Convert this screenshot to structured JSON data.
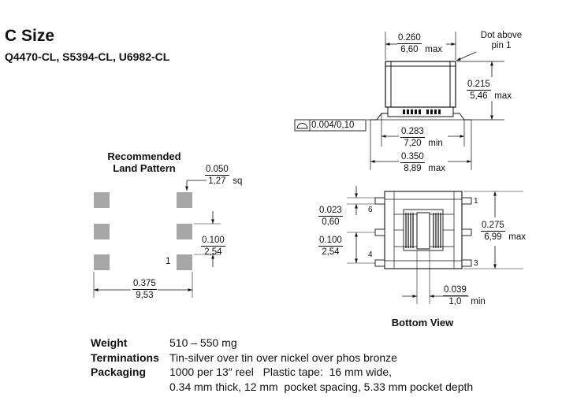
{
  "title": "C Size",
  "subtitle": "Q4470-CL, S5394-CL, U6982-CL",
  "side_view": {
    "width_max": {
      "inch": "0.260",
      "mm": "6,60",
      "suffix": "max"
    },
    "height_max": {
      "inch": "0.215",
      "mm": "5,46",
      "suffix": "max"
    },
    "dot_note_line1": "Dot above",
    "dot_note_line2": "pin 1",
    "flatness": "0.004/0,10",
    "lead_min": {
      "inch": "0.283",
      "mm": "7,20",
      "suffix": "min"
    },
    "lead_max": {
      "inch": "0.350",
      "mm": "8,89",
      "suffix": "max"
    }
  },
  "land_pattern": {
    "heading_line1": "Recommended",
    "heading_line2": "Land Pattern",
    "pad_size": {
      "inch": "0.050",
      "mm": "1,27",
      "suffix": "sq"
    },
    "pitch": {
      "inch": "0.100",
      "mm": "2,54"
    },
    "span": {
      "inch": "0.375",
      "mm": "9,53"
    },
    "pin1_label": "1"
  },
  "bottom_view": {
    "caption": "Bottom View",
    "pin_pitch": {
      "inch": "0.100",
      "mm": "2,54"
    },
    "lead_width": {
      "inch": "0.023",
      "mm": "0,60"
    },
    "body_max": {
      "inch": "0.275",
      "mm": "6,99",
      "suffix": "max"
    },
    "slot_min": {
      "inch": "0.039",
      "mm": "1,0",
      "suffix": "min"
    },
    "pin_labels": {
      "p1": "1",
      "p3": "3",
      "p4": "4",
      "p6": "6"
    }
  },
  "specs": [
    {
      "label": "Weight",
      "value": "510 – 550 mg"
    },
    {
      "label": "Terminations",
      "value": "Tin-silver over tin over nickel over phos bronze"
    },
    {
      "label": "Packaging",
      "value": "1000 per 13″ reel   Plastic tape:  16 mm wide,"
    },
    {
      "label": "",
      "value": "0.34 mm thick, 12 mm  pocket spacing, 5.33 mm pocket depth"
    }
  ],
  "colors": {
    "pad": "#a6a6a6",
    "line": "#111111"
  }
}
